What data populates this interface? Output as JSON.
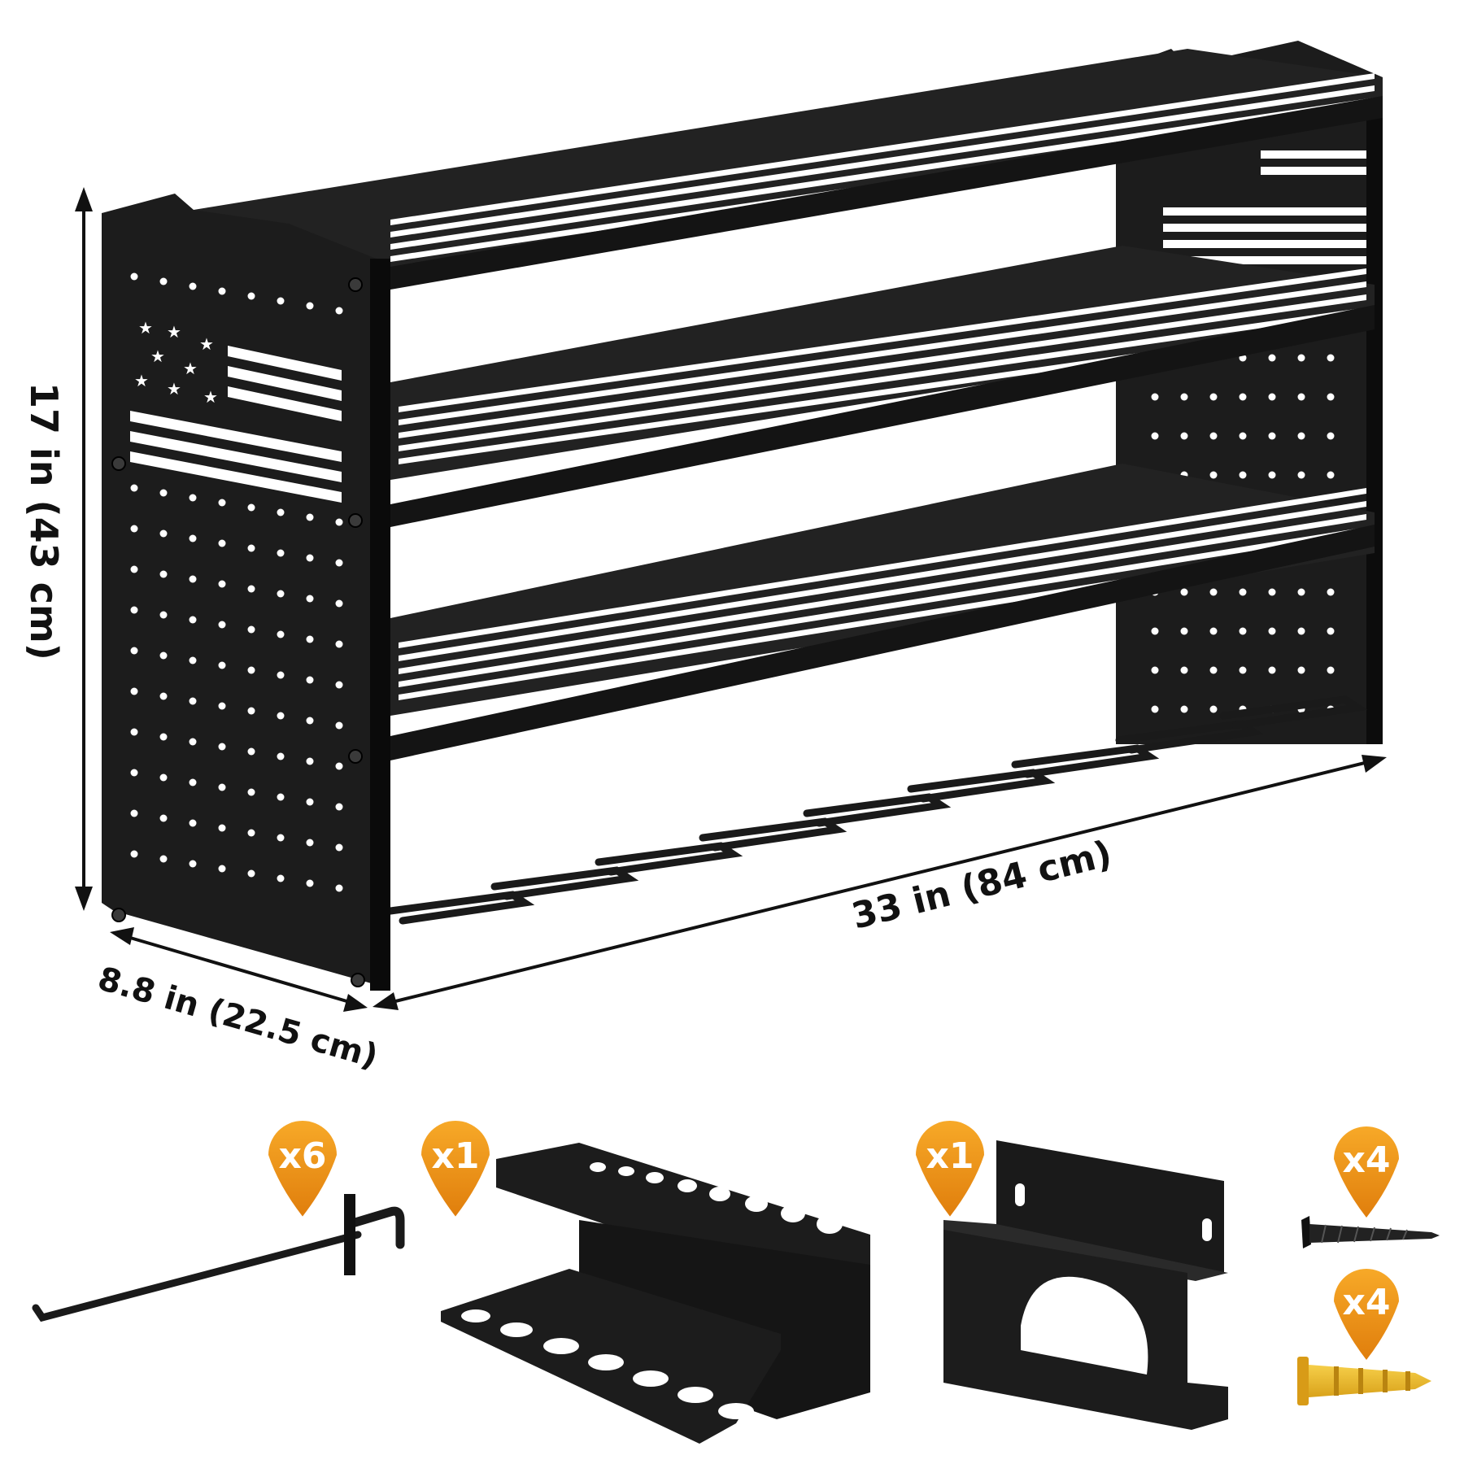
{
  "dimensions": {
    "height_label": "17 in (43 cm)",
    "width_label": "33 in (84 cm)",
    "depth_label": "8.8 in (22.5 cm)"
  },
  "accessories": [
    {
      "name": "pegboard hook",
      "quantity": "x6"
    },
    {
      "name": "screwdriver holder",
      "quantity": "x1"
    },
    {
      "name": "drill holder bracket",
      "quantity": "x1"
    },
    {
      "name": "screw",
      "quantity": "x4"
    },
    {
      "name": "wall anchor",
      "quantity": "x4"
    }
  ],
  "colors": {
    "rack": "#1b1b1b",
    "rack_edge": "#0a0a0a",
    "badge": "#f39c12",
    "anchor": "#e9b42a",
    "text": "#111111"
  }
}
